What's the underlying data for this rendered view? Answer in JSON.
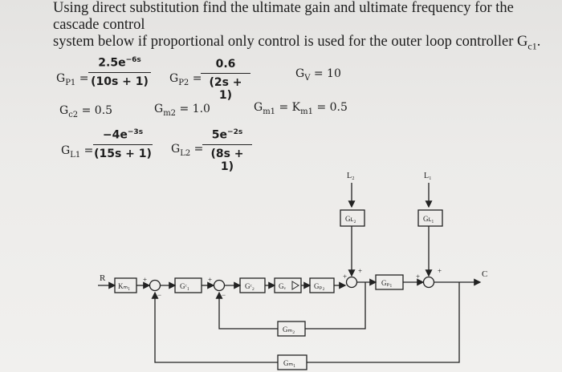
{
  "question": {
    "line1": "Using direct substitution find the ultimate gain and ultimate frequency for the cascade control",
    "line2": "system below if proportional only control is used for the outer loop controller G",
    "line2_sub": "c1",
    "line2_end": "."
  },
  "equations": {
    "gp1": {
      "name": "G",
      "sub": "P1",
      "num_base": "2.5e",
      "num_exp": "−6s",
      "den": "(10s + 1)"
    },
    "gp2": {
      "name": "G",
      "sub": "P2",
      "num": "0.6",
      "den": "(2s + 1)"
    },
    "gv": {
      "name": "G",
      "sub": "V",
      "rhs": "= 10"
    },
    "gc2": {
      "name": "G",
      "sub": "c2",
      "rhs": "= 0.5"
    },
    "gm2": {
      "name": "G",
      "sub": "m2",
      "rhs": "= 1.0"
    },
    "gm1": {
      "name": "G",
      "sub": "m1",
      "mid": "= K",
      "mid_sub": "m1",
      "rhs": "= 0.5"
    },
    "gl1": {
      "name": "G",
      "sub": "L1",
      "num_base": "−4e",
      "num_exp": "−3s",
      "den": "(15s + 1)"
    },
    "gl2": {
      "name": "G",
      "sub": "L2",
      "num_base": "5e",
      "num_exp": "−2s",
      "den": "(8s + 1)"
    }
  },
  "diagram": {
    "input": "R",
    "output": "C",
    "disturbance1": "L₂",
    "disturbance2": "L₁",
    "blocks": {
      "km1": "Kₘ₁",
      "gc1": "Gᶜ₁",
      "gc2": "Gᶜ₂",
      "gv": "Gᵥ",
      "gp2": "Gₚ₂",
      "gp1": "Gₚ₁",
      "gl2": "Gʟ₂",
      "gl1": "Gʟ₁",
      "gm2": "Gₘ₂",
      "gm1": "Gₘ₁"
    },
    "signs": {
      "plus": "+",
      "minus": "−"
    }
  }
}
